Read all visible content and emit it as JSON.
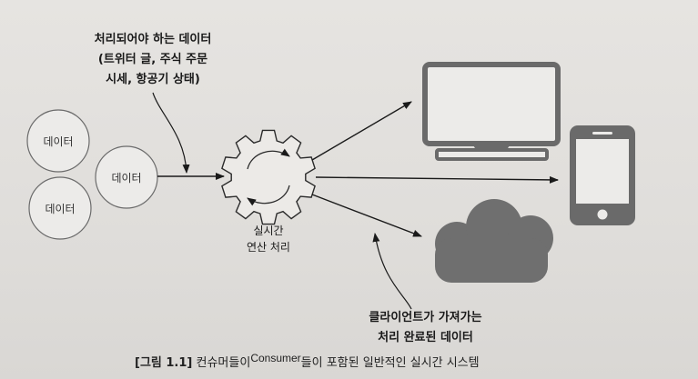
{
  "labels": {
    "input_data": [
      "처리되어야 하는 데이터",
      "(트위터 글, 주식 주문",
      "시세, 항공기 상태)"
    ],
    "data_node": "데이터",
    "processing": [
      "실시간",
      "연산 처리"
    ],
    "client_data": [
      "클라이언트가 가져가는",
      "처리 완료된 데이터"
    ]
  },
  "caption": {
    "figure": "[그림 1.1]",
    "text_before": "컨슈머들이",
    "english": "Consumer",
    "text_after": "들이 포함된 일반적인 실시간 시스템"
  },
  "icons": [
    "gear-icon",
    "computer-monitor-icon",
    "smartphone-icon",
    "cloud-icon"
  ]
}
